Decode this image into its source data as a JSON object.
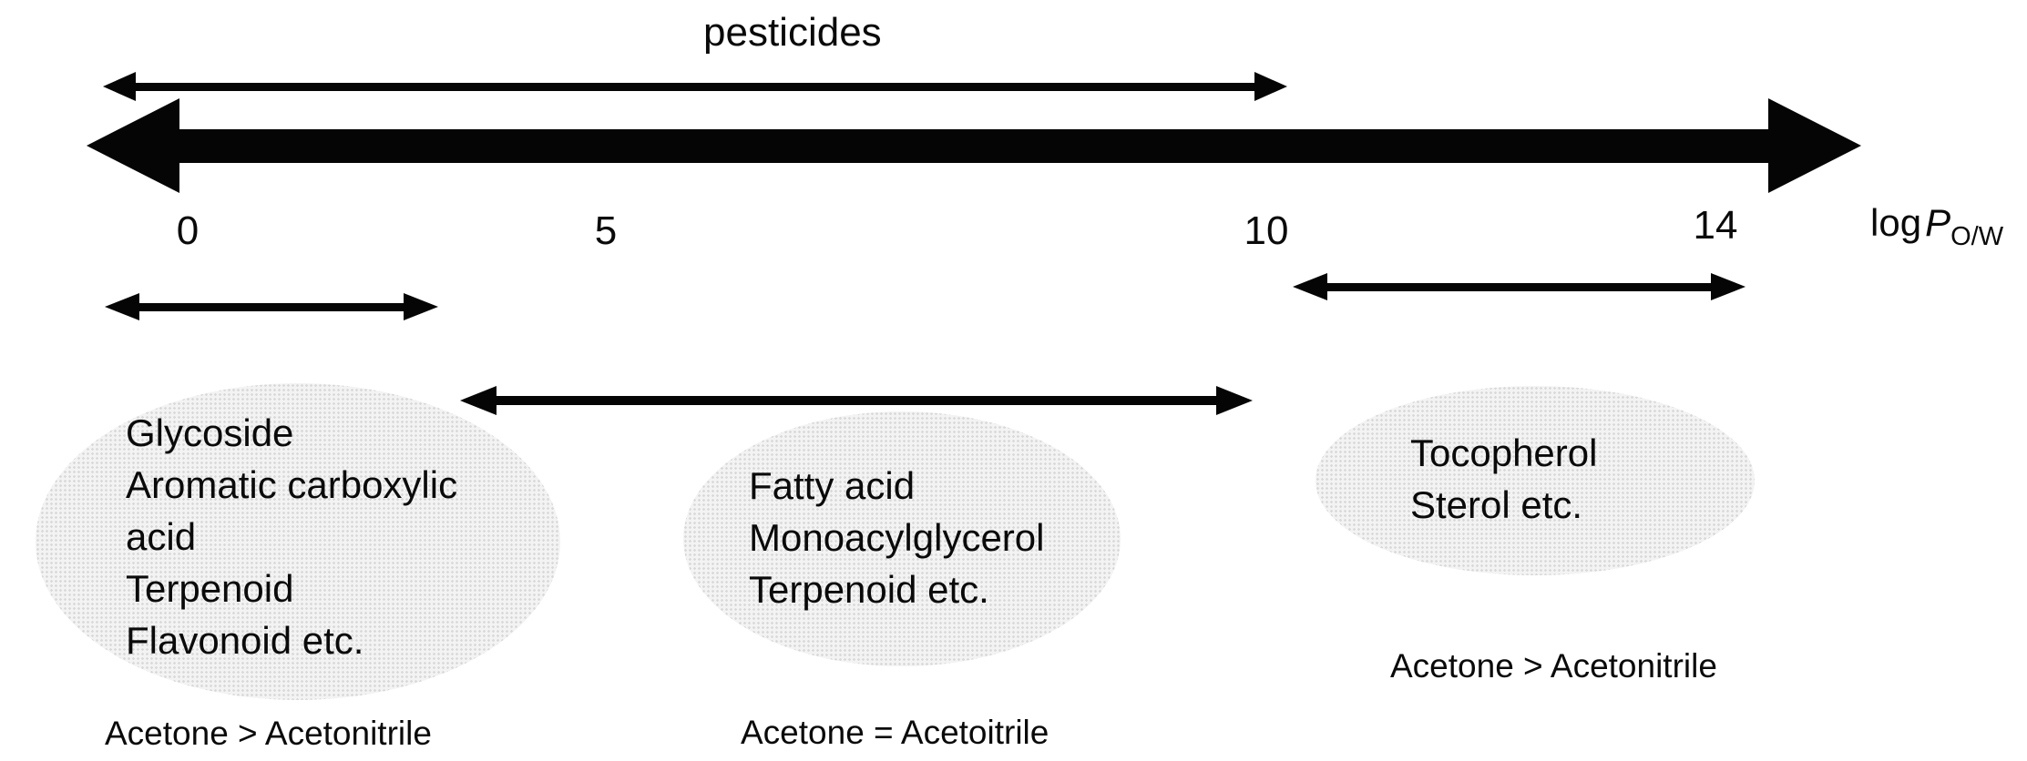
{
  "title": "pesticides",
  "axis": {
    "ticks": [
      "0",
      "5",
      "10",
      "14"
    ],
    "label": {
      "log": "log",
      "p": "P",
      "sub": "O/W"
    }
  },
  "groups": [
    {
      "id": "hydrophilic",
      "lines": [
        "Glycoside",
        "Aromatic carboxylic",
        "acid",
        "Terpenoid",
        "Flavonoid etc."
      ],
      "caption": "Acetone > Acetonitrile"
    },
    {
      "id": "intermediate",
      "lines": [
        "Fatty acid",
        "Monoacylglycerol",
        "Terpenoid etc."
      ],
      "caption": "Acetone = Acetoitrile"
    },
    {
      "id": "lipophilic",
      "lines": [
        "Tocopherol",
        "Sterol etc."
      ],
      "caption": "Acetone > Acetonitrile"
    }
  ],
  "colors": {
    "ink": "#050505",
    "ellipse_fill": "#f3f3f3",
    "ellipse_dot": "#d9d9d9"
  }
}
